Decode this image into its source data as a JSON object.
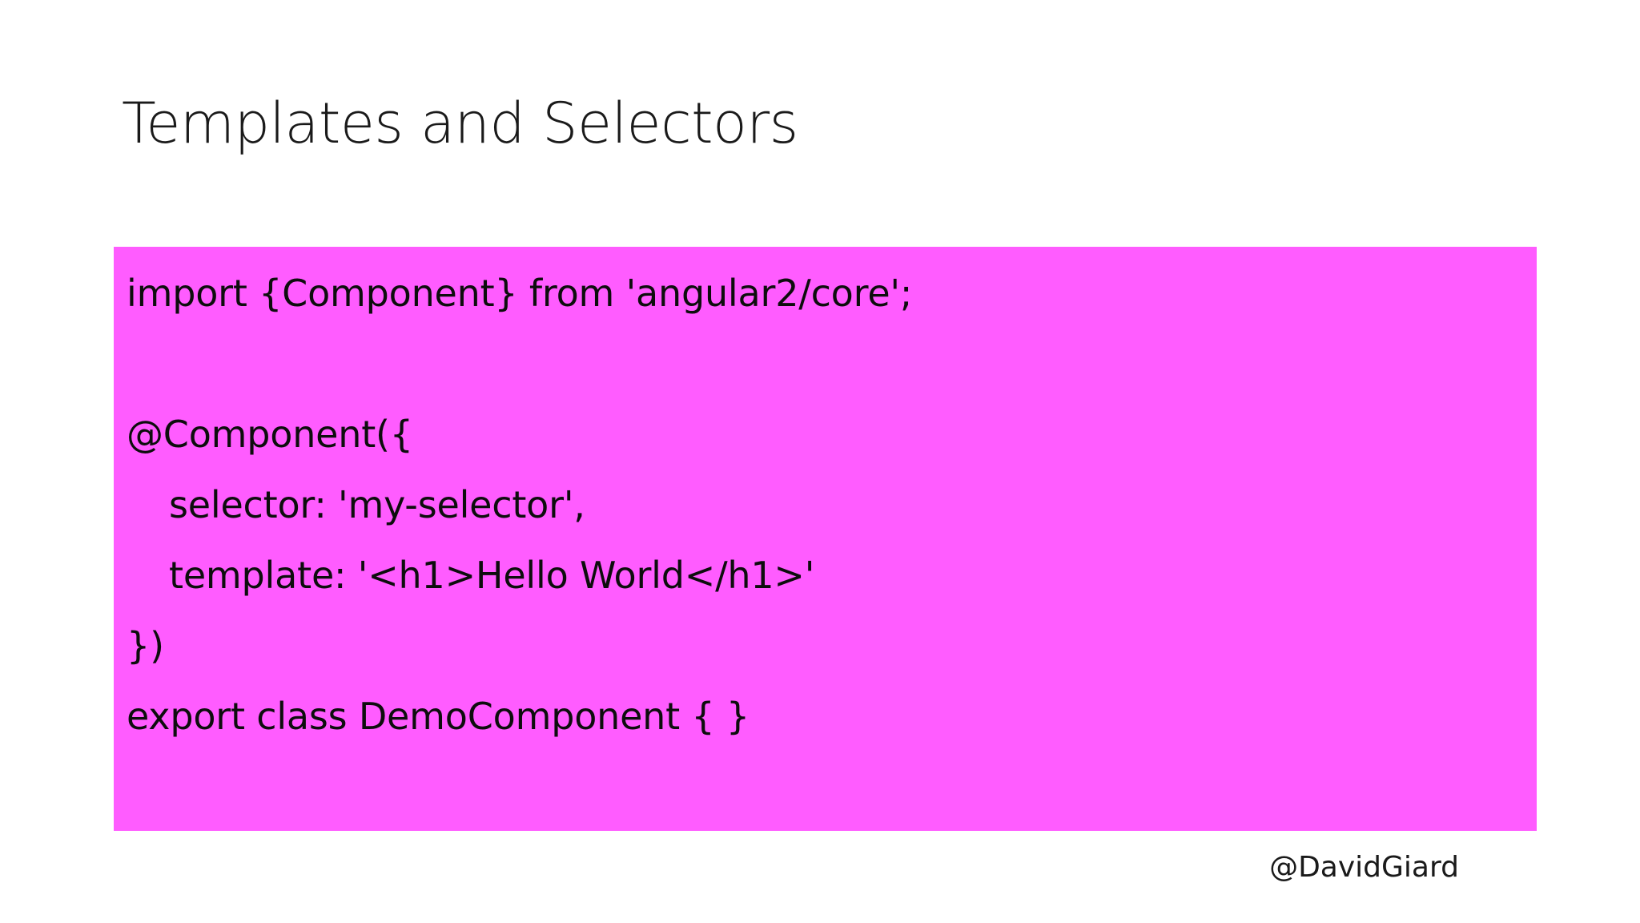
{
  "slide": {
    "title": "Templates and Selectors",
    "background_color": "#FFFFFF",
    "title_color": "#1A1A1A"
  },
  "code_block": {
    "background_color": "#FF5CFF",
    "text_color": "#0D0D0D",
    "language": "typescript",
    "lines": [
      {
        "text": "import {Component} from 'angular2/core';",
        "indent": 0
      },
      {
        "text": "",
        "indent": 0
      },
      {
        "text": "@Component({",
        "indent": 0
      },
      {
        "text": "selector: 'my-selector',",
        "indent": 1
      },
      {
        "text": "template: '<h1>Hello World</h1>'",
        "indent": 1
      },
      {
        "text": "})",
        "indent": 0
      },
      {
        "text": "export class DemoComponent { }",
        "indent": 0
      }
    ]
  },
  "footer": {
    "handle": "@DavidGiard"
  }
}
